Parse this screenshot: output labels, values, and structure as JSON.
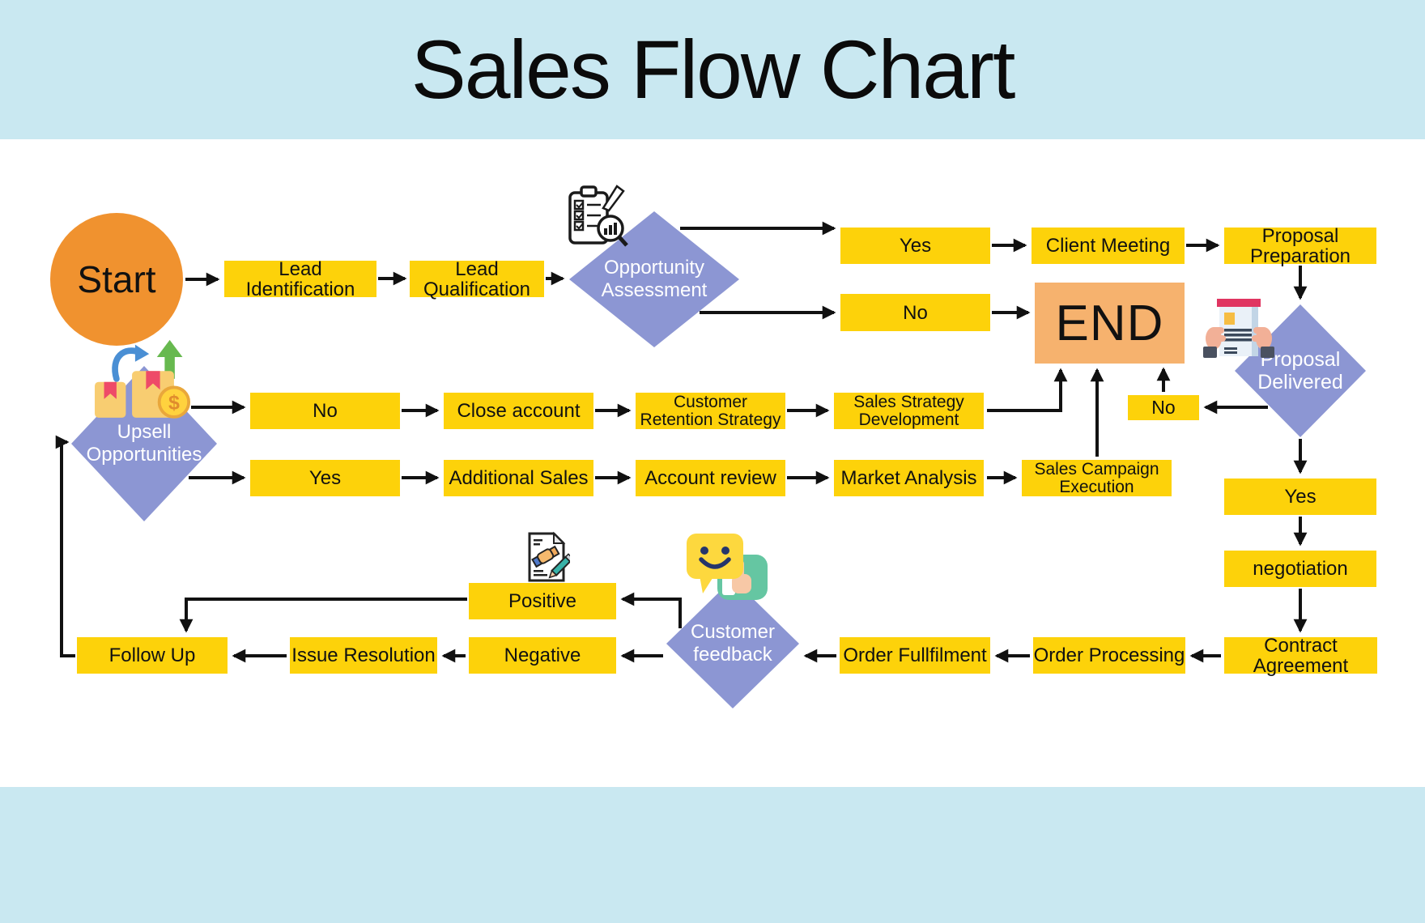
{
  "title": "Sales Flow Chart",
  "colors": {
    "banner": "#c9e8f1",
    "yellow": "#fdd20a",
    "start-orange": "#f0922f",
    "end-orange": "#f6b26e",
    "diamond-purple": "#8c96d3",
    "arrow": "#111111"
  },
  "nodes": {
    "start": {
      "label": "Start",
      "type": "terminator"
    },
    "lead_identification": {
      "label": "Lead Identification",
      "type": "process"
    },
    "lead_qualification": {
      "label": "Lead Qualification",
      "type": "process"
    },
    "opportunity_assessment": {
      "label": "Opportunity Assessment",
      "type": "decision"
    },
    "oa_yes": {
      "label": "Yes",
      "type": "process"
    },
    "oa_no": {
      "label": "No",
      "type": "process"
    },
    "client_meeting": {
      "label": "Client Meeting",
      "type": "process"
    },
    "proposal_preparation": {
      "label": "Proposal Preparation",
      "type": "process"
    },
    "end": {
      "label": "END",
      "type": "terminator"
    },
    "proposal_delivered": {
      "label": "Proposal Delivered",
      "type": "decision"
    },
    "pd_no": {
      "label": "No",
      "type": "process"
    },
    "pd_yes": {
      "label": "Yes",
      "type": "process"
    },
    "negotiation": {
      "label": "negotiation",
      "type": "process"
    },
    "contract_agreement": {
      "label": "Contract Agreement",
      "type": "process"
    },
    "order_processing": {
      "label": "Order Processing",
      "type": "process"
    },
    "order_fullfilment": {
      "label": "Order Fullfilment",
      "type": "process"
    },
    "customer_feedback": {
      "label": "Customer feedback",
      "type": "decision"
    },
    "positive": {
      "label": "Positive",
      "type": "process"
    },
    "negative": {
      "label": "Negative",
      "type": "process"
    },
    "issue_resolution": {
      "label": "Issue Resolution",
      "type": "process"
    },
    "follow_up": {
      "label": "Follow Up",
      "type": "process"
    },
    "upsell_opportunities": {
      "label": "Upsell Opportunities",
      "type": "decision"
    },
    "upsell_no": {
      "label": "No",
      "type": "process"
    },
    "upsell_yes": {
      "label": "Yes",
      "type": "process"
    },
    "close_account": {
      "label": "Close account",
      "type": "process"
    },
    "customer_retention_strategy": {
      "label": "Customer Retention Strategy",
      "type": "process"
    },
    "sales_strategy_development": {
      "label": "Sales Strategy Development",
      "type": "process"
    },
    "additional_sales": {
      "label": "Additional Sales",
      "type": "process"
    },
    "account_review": {
      "label": "Account review",
      "type": "process"
    },
    "market_analysis": {
      "label": "Market Analysis",
      "type": "process"
    },
    "sales_campaign_execution": {
      "label": "Sales Campaign Execution",
      "type": "process"
    }
  },
  "icons": [
    "clipboard-analysis-icon",
    "document-handover-icon",
    "upsell-growth-icon",
    "customer-feedback-chat-icon",
    "contract-signing-icon"
  ],
  "edges": [
    {
      "from": "start",
      "to": "lead_identification"
    },
    {
      "from": "lead_identification",
      "to": "lead_qualification"
    },
    {
      "from": "lead_qualification",
      "to": "opportunity_assessment"
    },
    {
      "from": "opportunity_assessment",
      "to": "oa_yes"
    },
    {
      "from": "opportunity_assessment",
      "to": "oa_no"
    },
    {
      "from": "oa_yes",
      "to": "client_meeting"
    },
    {
      "from": "client_meeting",
      "to": "proposal_preparation"
    },
    {
      "from": "oa_no",
      "to": "end"
    },
    {
      "from": "proposal_preparation",
      "to": "proposal_delivered"
    },
    {
      "from": "proposal_delivered",
      "to": "pd_no"
    },
    {
      "from": "pd_no",
      "to": "end"
    },
    {
      "from": "proposal_delivered",
      "to": "pd_yes"
    },
    {
      "from": "pd_yes",
      "to": "negotiation"
    },
    {
      "from": "negotiation",
      "to": "contract_agreement"
    },
    {
      "from": "contract_agreement",
      "to": "order_processing"
    },
    {
      "from": "order_processing",
      "to": "order_fullfilment"
    },
    {
      "from": "order_fullfilment",
      "to": "customer_feedback"
    },
    {
      "from": "customer_feedback",
      "to": "positive"
    },
    {
      "from": "customer_feedback",
      "to": "negative"
    },
    {
      "from": "positive",
      "to": "follow_up"
    },
    {
      "from": "negative",
      "to": "issue_resolution"
    },
    {
      "from": "issue_resolution",
      "to": "follow_up"
    },
    {
      "from": "follow_up",
      "to": "upsell_opportunities"
    },
    {
      "from": "upsell_opportunities",
      "to": "upsell_no"
    },
    {
      "from": "upsell_opportunities",
      "to": "upsell_yes"
    },
    {
      "from": "upsell_no",
      "to": "close_account"
    },
    {
      "from": "close_account",
      "to": "customer_retention_strategy"
    },
    {
      "from": "customer_retention_strategy",
      "to": "sales_strategy_development"
    },
    {
      "from": "sales_strategy_development",
      "to": "end"
    },
    {
      "from": "upsell_yes",
      "to": "additional_sales"
    },
    {
      "from": "additional_sales",
      "to": "account_review"
    },
    {
      "from": "account_review",
      "to": "market_analysis"
    },
    {
      "from": "market_analysis",
      "to": "sales_campaign_execution"
    },
    {
      "from": "sales_campaign_execution",
      "to": "end"
    }
  ]
}
